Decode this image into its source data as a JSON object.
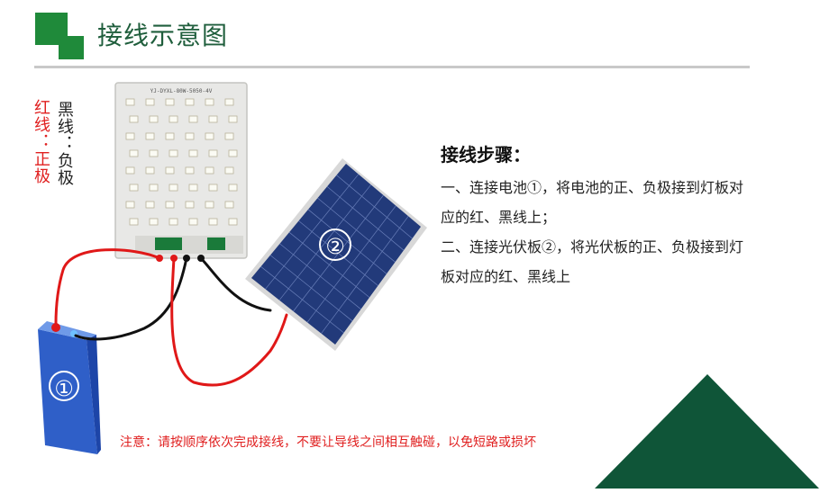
{
  "header": {
    "title": "接线示意图"
  },
  "side_labels": {
    "red": "红线：正极",
    "black": "黑线：负极"
  },
  "board": {
    "model": "YJ-DYXL-80W-5050-4V"
  },
  "badges": {
    "battery": "①",
    "panel": "②"
  },
  "steps": {
    "title": "接线步骤：",
    "step1": "一、连接电池①，将电池的正、负极接到灯板对应的红、黑线上；",
    "step2": "二、连接光伏板②，将光伏板的正、负极接到灯板对应的红、黑线上"
  },
  "note": "注意：请按顺序依次完成接线，不要让导线之间相互触碰，以免短路或损坏",
  "colors": {
    "brand_green": "#1f8a3a",
    "title_green": "#1f5e3c",
    "corner_green": "#0f5538",
    "wire_red": "#e01818",
    "wire_black": "#111111",
    "battery_blue": "#2f5fc8",
    "panel_blue": "#223a7a"
  }
}
